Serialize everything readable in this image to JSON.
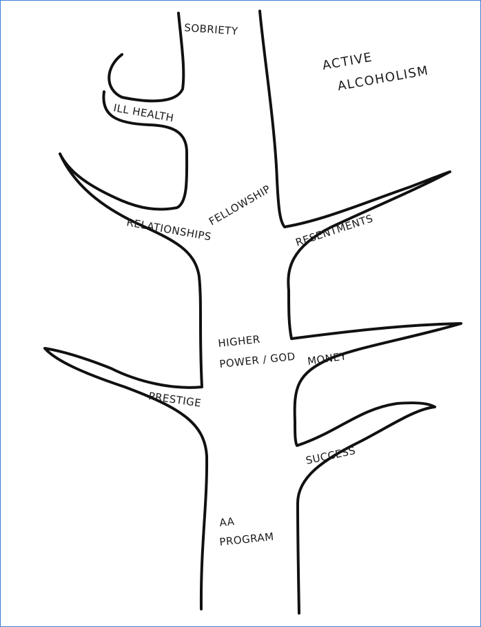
{
  "diagram": {
    "labels": {
      "sobriety": "SOBRIETY",
      "active_line1": "ACTIVE",
      "active_line2": "ALCOHOLISM",
      "ill_health": "ILL HEALTH",
      "fellowship": "FELLOWSHIP",
      "resentments": "RESENTMENTS",
      "relationships": "RELATIONSHIPS",
      "higher_line1": "HIGHER",
      "higher_line2": "POWER / GOD",
      "money": "MONEY",
      "prestige": "PRESTIGE",
      "success": "SUCCESS",
      "aa_line1": "AA",
      "aa_line2": "PROGRAM"
    },
    "colors": {
      "ink": "#111111",
      "frame": "#3b7fd1",
      "paper": "#ffffff"
    }
  }
}
